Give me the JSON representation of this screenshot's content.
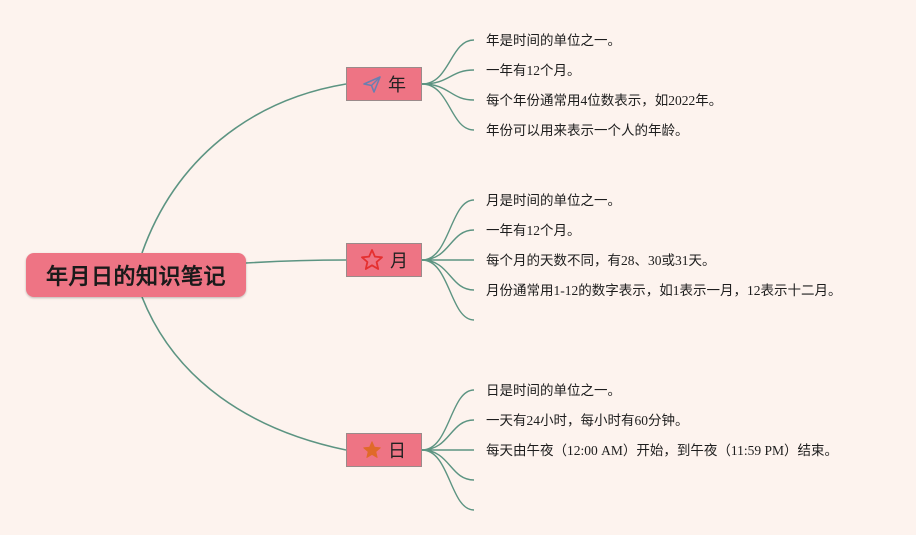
{
  "root": {
    "title": "年月日的知识笔记"
  },
  "colors": {
    "background": "#fdf3ee",
    "node_fill": "#ee7484",
    "connector": "#5c9482",
    "icon_plane": "#6b7fb0",
    "icon_star_outline": "#e53030",
    "icon_star_fill": "#e06a2a"
  },
  "branches": [
    {
      "label": "年",
      "icon": "paper-plane-icon",
      "leaves": [
        "年是时间的单位之一。",
        "一年有12个月。",
        "每个年份通常用4位数表示，如2022年。",
        "年份可以用来表示一个人的年龄。"
      ]
    },
    {
      "label": "月",
      "icon": "star-outline-icon",
      "leaves": [
        "月是时间的单位之一。",
        "一年有12个月。",
        "每个月的天数不同，有28、30或31天。",
        "月份通常用1-12的数字表示，如1表示一月，12表示十二月。",
        ""
      ]
    },
    {
      "label": "日",
      "icon": "star-filled-icon",
      "leaves": [
        "日是时间的单位之一。",
        "一天有24小时，每小时有60分钟。",
        "每天由午夜（12:00 AM）开始，到午夜（11:59 PM）结束。",
        "",
        ""
      ]
    }
  ]
}
